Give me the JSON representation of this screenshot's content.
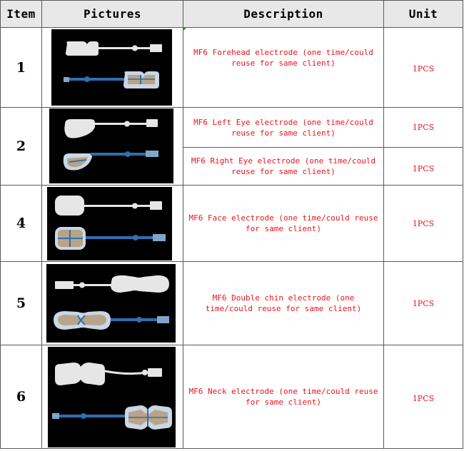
{
  "header": {
    "item": "Item",
    "pictures": "Pictures",
    "description": "Description",
    "unit": "Unit"
  },
  "rows": [
    {
      "item": "1",
      "descriptions": [
        "MF6 Forehead electrode (one time/could reuse for same client)"
      ],
      "units": [
        "1PCS"
      ]
    },
    {
      "item": "2",
      "descriptions": [
        "MF6 Left Eye electrode (one time/could reuse for same client)",
        "MF6 Right Eye electrode (one time/could reuse for same client)"
      ],
      "units": [
        "1PCS",
        "1PCS"
      ]
    },
    {
      "item": "4",
      "descriptions": [
        "MF6 Face electrode (one time/could reuse for same client)"
      ],
      "units": [
        "1PCS"
      ]
    },
    {
      "item": "5",
      "descriptions": [
        "MF6 Double chin electrode (one time/could reuse for same client)"
      ],
      "units": [
        "1PCS"
      ]
    },
    {
      "item": "6",
      "descriptions": [
        "MF6 Neck electrode (one time/could reuse for same client)"
      ],
      "units": [
        "1PCS"
      ]
    }
  ],
  "colors": {
    "description_text": "#e8141e",
    "header_bg": "#e8e8e8",
    "grid": "#5a5a5a",
    "photo_bg": "#000000",
    "electrode_front": "#e6e6e6",
    "electrode_back": "#2f6fb0",
    "gel_pad": "#b8a488"
  },
  "icons": [
    "forehead-electrode-photo",
    "eye-electrode-photo",
    "face-electrode-photo",
    "double-chin-electrode-photo",
    "neck-electrode-photo"
  ]
}
